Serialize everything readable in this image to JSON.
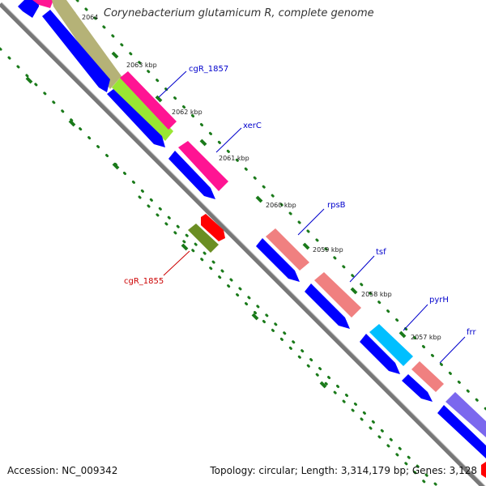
{
  "title": "Corynebacterium glutamicum R, complete genome",
  "accession": "Accession: NC_009342",
  "topology": "Topology: circular; Length: 3,314,179 bp; Genes: 3,128",
  "ticks": [
    "2064",
    "2063 kbp",
    "2062 kbp",
    "2061 kbp",
    "2060 kbp",
    "2059 kbp",
    "2058 kbp",
    "2057 kbp"
  ],
  "genes": [
    {
      "label": "cgR_1857",
      "color": "#0000cc"
    },
    {
      "label": "xerC",
      "color": "#0000cc"
    },
    {
      "label": "rpsB",
      "color": "#0000cc"
    },
    {
      "label": "tsf",
      "color": "#0000cc"
    },
    {
      "label": "pyrH",
      "color": "#0000cc"
    },
    {
      "label": "frr",
      "color": "#0000cc"
    },
    {
      "label": "cgR_1855",
      "color": "#cc0000"
    }
  ],
  "colors": {
    "backbone": "#777777",
    "cds": "#0000ff",
    "magenta": "#ff1493",
    "salmon": "#f08080",
    "olive": "#b5b277",
    "lime": "#99e633",
    "cyan": "#00bfff",
    "purple": "#7b68ee",
    "red": "#ff0000",
    "dark_olive": "#6b8e23",
    "tick": "#1a7a1a"
  }
}
